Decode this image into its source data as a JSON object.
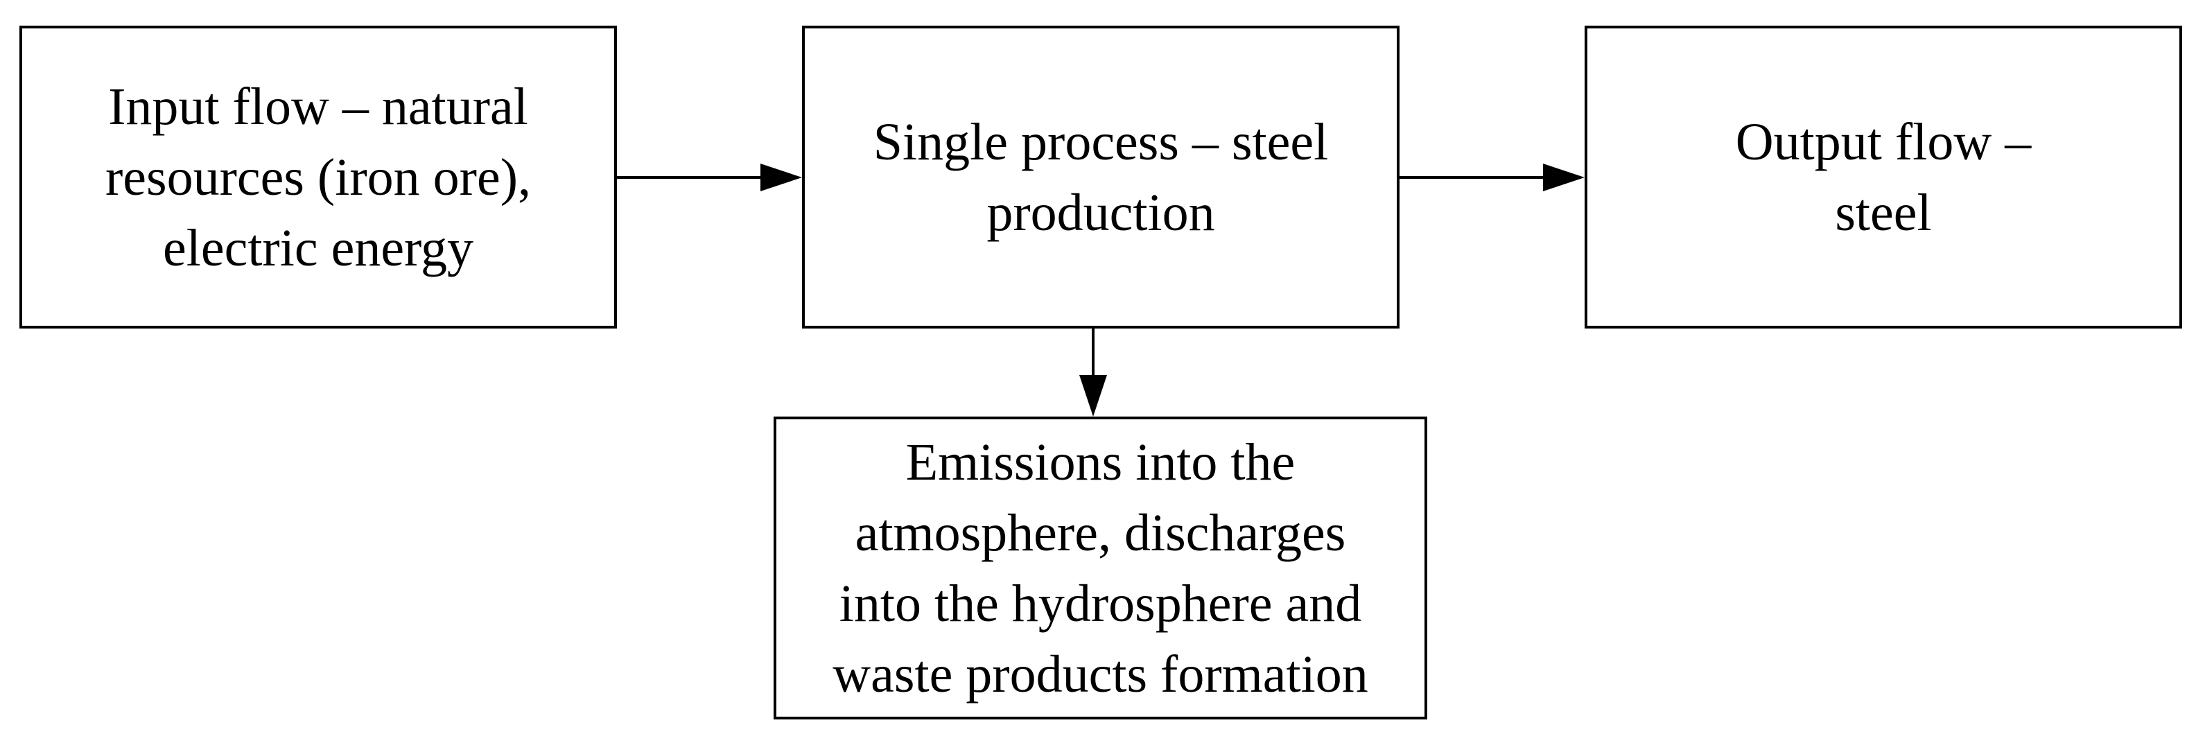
{
  "diagram": {
    "nodes": {
      "input": {
        "lines": [
          "Input flow – natural",
          "resources (iron ore),",
          "electric energy"
        ]
      },
      "process": {
        "lines": [
          "Single process – steel",
          "production"
        ]
      },
      "output": {
        "lines": [
          "Output flow –",
          "steel"
        ]
      },
      "emissions": {
        "lines": [
          "Emissions into the",
          "atmosphere, discharges",
          "into the hydrosphere and",
          "waste products formation"
        ]
      }
    },
    "edges": [
      {
        "from": "input",
        "to": "process"
      },
      {
        "from": "process",
        "to": "output"
      },
      {
        "from": "process",
        "to": "emissions"
      }
    ],
    "colors": {
      "stroke": "#000000",
      "background": "#ffffff"
    }
  }
}
